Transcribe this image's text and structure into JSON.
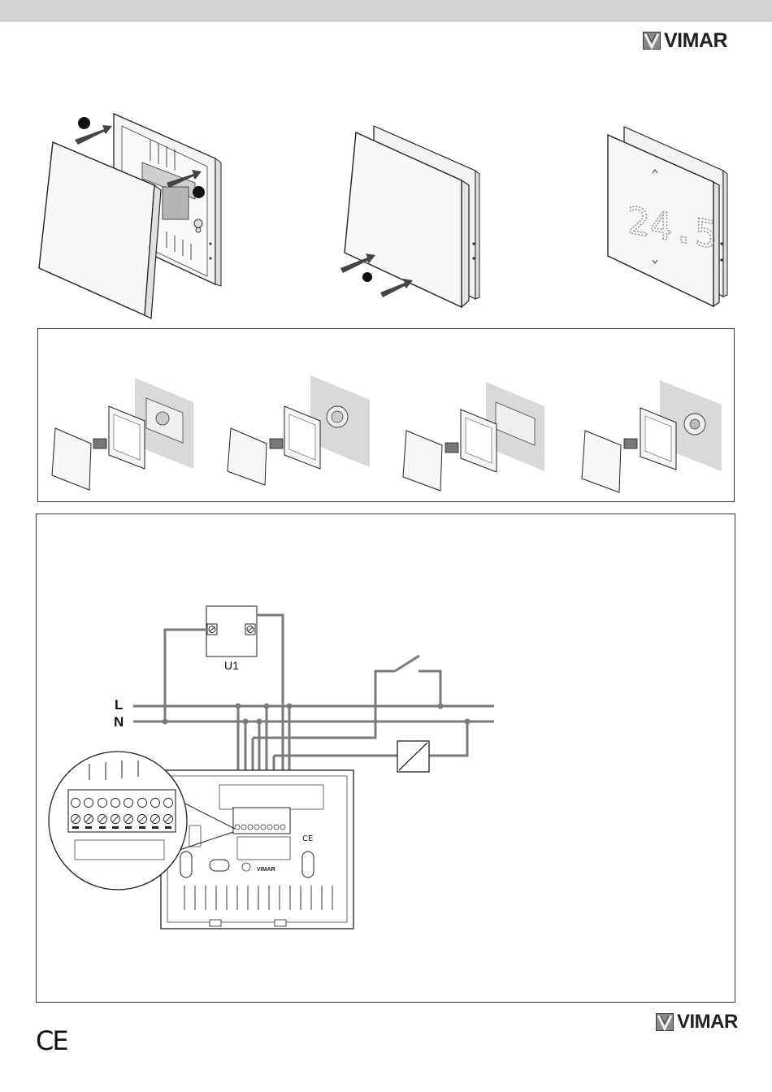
{
  "brand": {
    "name": "VIMAR",
    "accent": "#7d7d7d"
  },
  "thermostat": {
    "display_value": "24.5"
  },
  "wiring": {
    "line_label": "L",
    "neutral_label": "N",
    "module_label": "U1",
    "back_logo": "VIMAR"
  },
  "certification": {
    "mark": "CE"
  },
  "colors": {
    "header_bar": "#d2d2d2",
    "wire": "#7a7a7a",
    "wall": "#d9d9d9"
  }
}
